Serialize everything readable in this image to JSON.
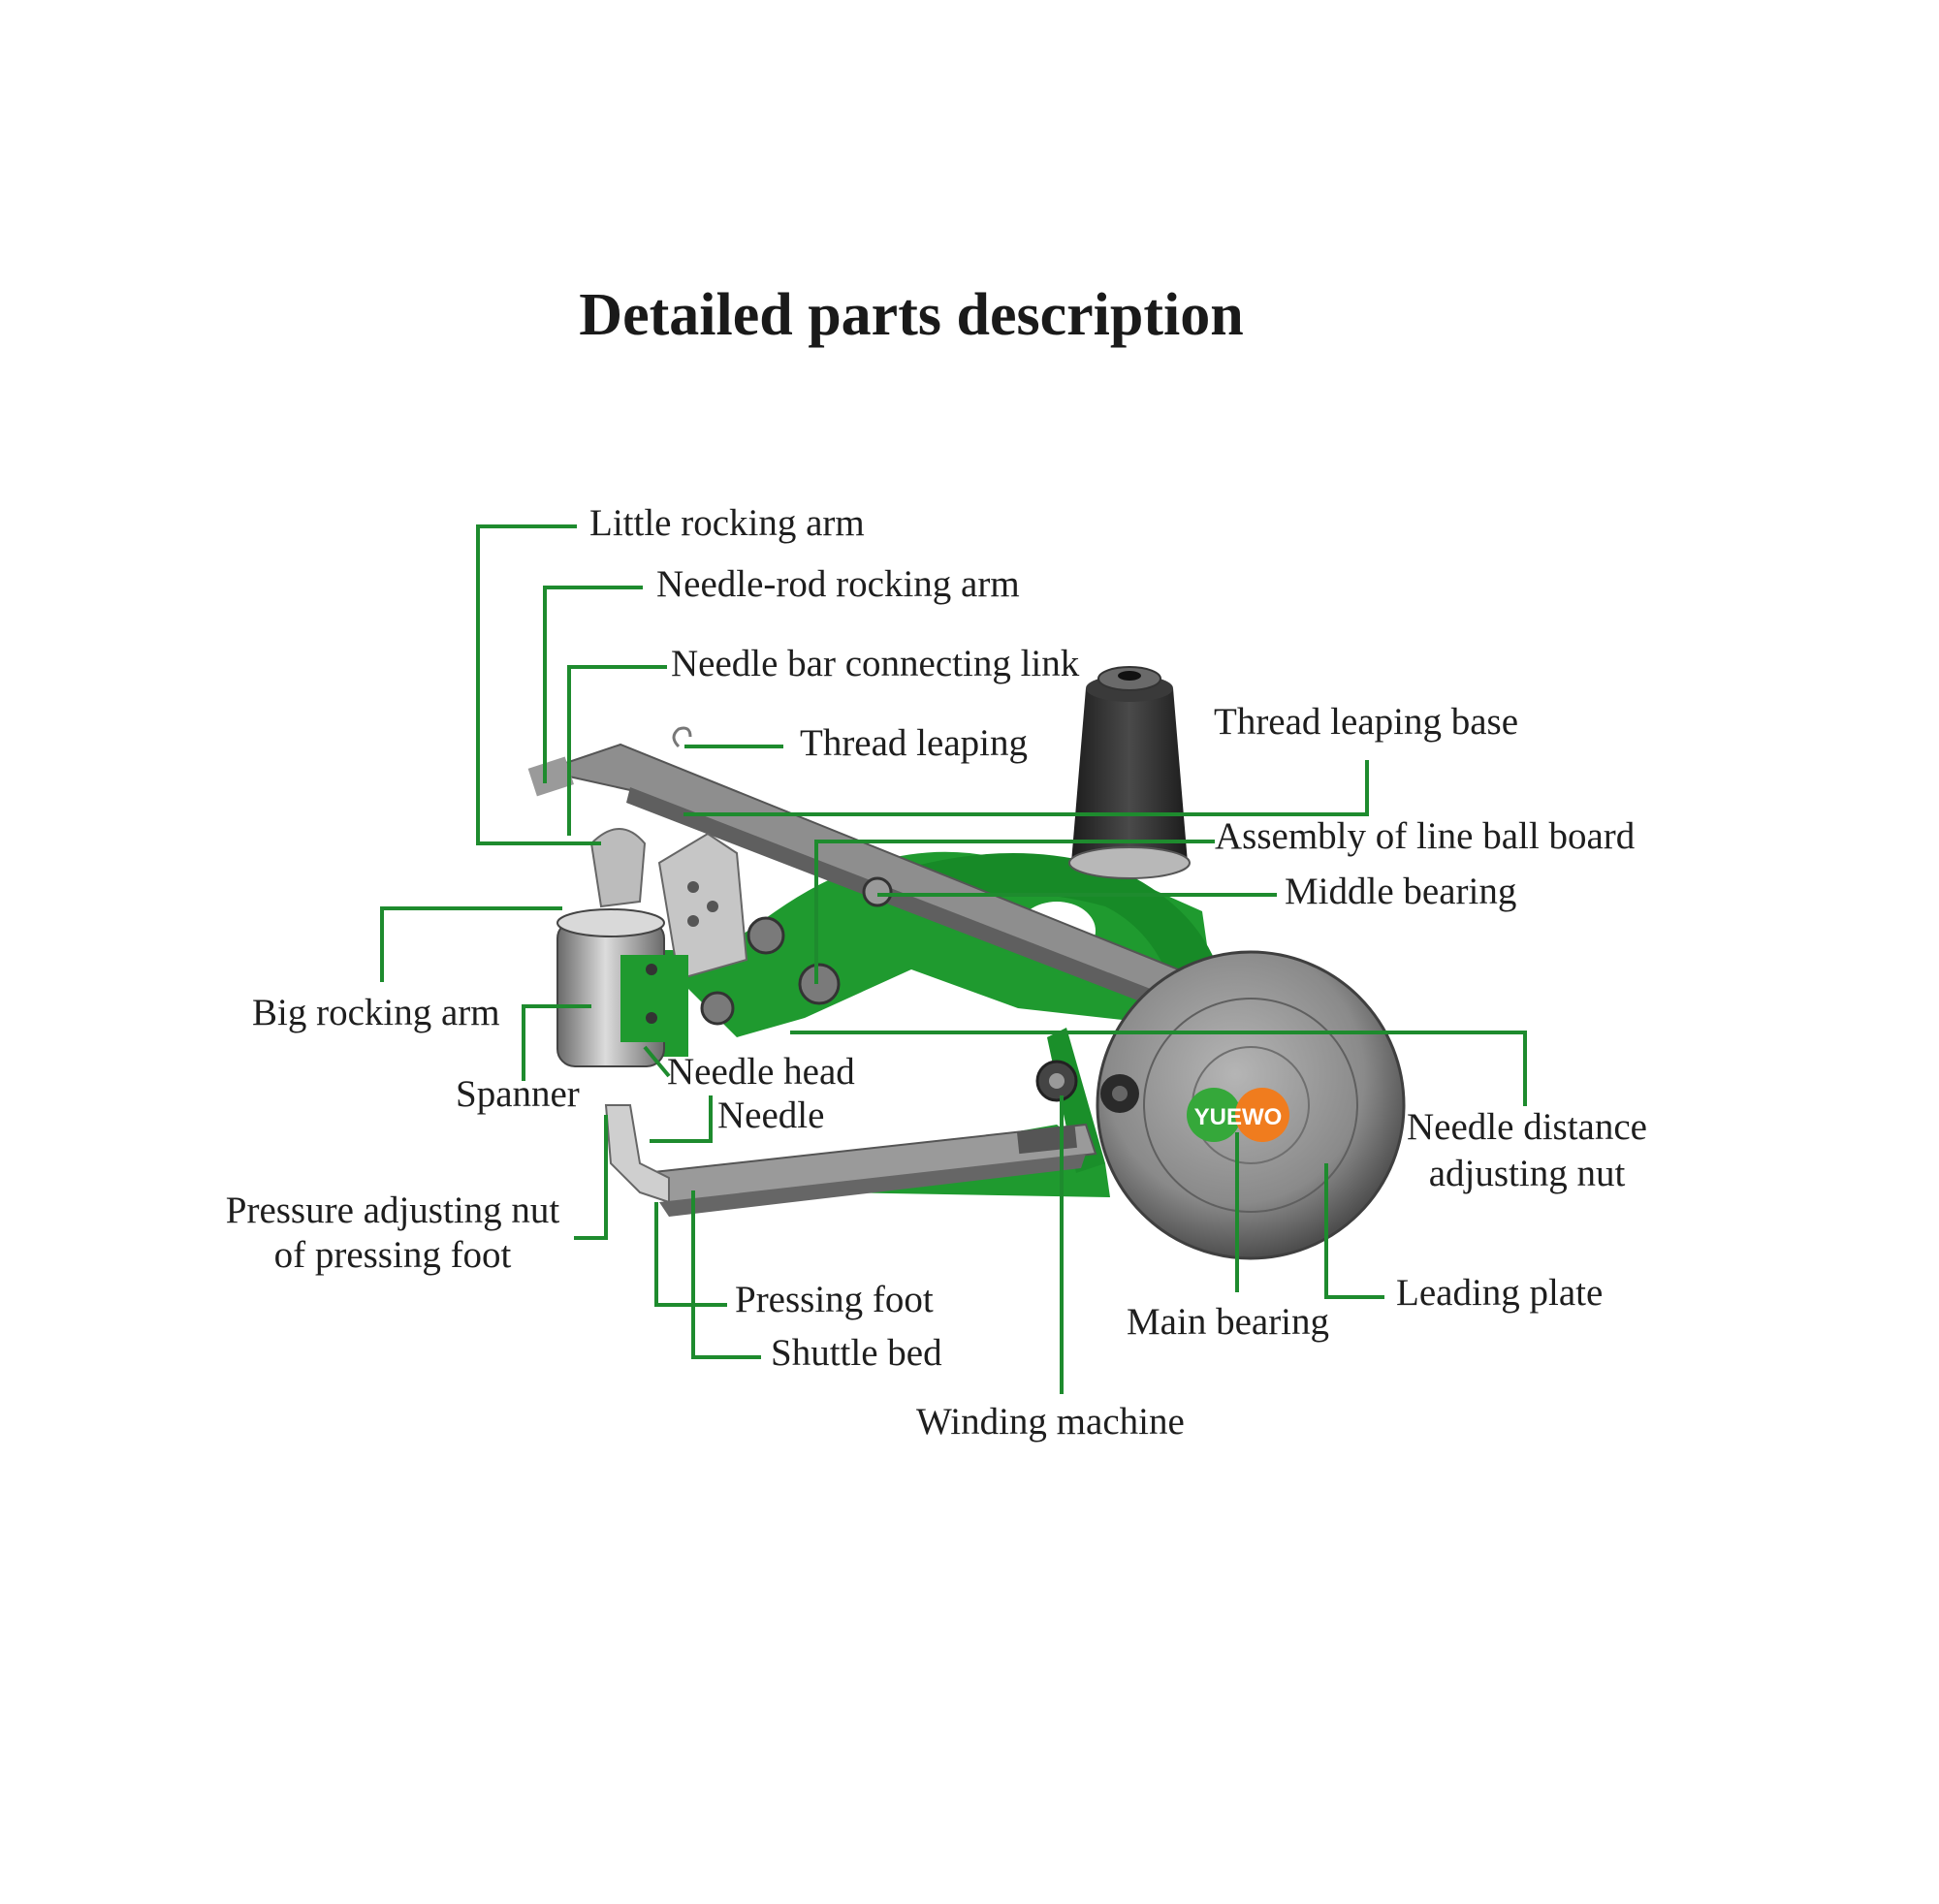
{
  "title": "Detailed parts description",
  "logo": {
    "text": "YUEWO",
    "colors": [
      "#35a83a",
      "#f07c1e"
    ]
  },
  "accent_color": "#1e8b2e",
  "machine_color": "#1f9a2f",
  "metal_color": "#8c8c8c",
  "labels": {
    "little_rocking_arm": "Little rocking arm",
    "needle_rod_rocking_arm": "Needle-rod rocking arm",
    "needle_bar_connecting_link": "Needle bar connecting link",
    "thread_leaping": "Thread leaping",
    "thread_leaping_base": "Thread leaping base",
    "assembly_of_line_ball_board": "Assembly of line ball board",
    "middle_bearing": "Middle bearing",
    "big_rocking_arm": "Big rocking arm",
    "spanner": "Spanner",
    "needle_head": "Needle head",
    "needle": "Needle",
    "needle_distance_adjusting_nut_1": "Needle distance",
    "needle_distance_adjusting_nut_2": "adjusting nut",
    "pressure_adjusting_nut_1": "Pressure adjusting nut",
    "pressure_adjusting_nut_2": "of pressing foot",
    "pressing_foot": "Pressing foot",
    "shuttle_bed": "Shuttle bed",
    "main_bearing": "Main bearing",
    "leading_plate": "Leading plate",
    "winding_machine": "Winding machine"
  }
}
